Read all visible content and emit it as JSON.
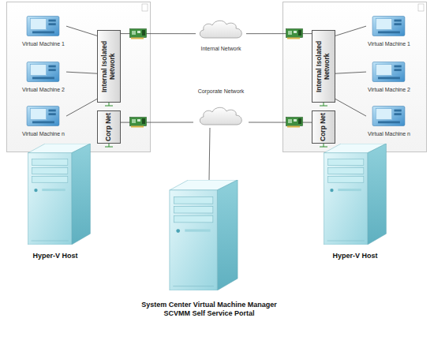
{
  "diagram": {
    "nodes": [
      {
        "text": [
          "Virtual Machine 1"
        ]
      },
      {
        "text": [
          "Virtual Machine 2"
        ]
      },
      {
        "text": [
          "Virtual Machine n"
        ]
      },
      {
        "text": [
          "Internal Isolated Network"
        ]
      },
      {
        "text": [
          "Corp Net"
        ]
      },
      {
        "text": [
          "Internal Network"
        ]
      },
      {
        "text": [
          "Corporate Network"
        ]
      },
      {
        "text": [
          "Internal Isolated Network"
        ]
      },
      {
        "text": [
          "Corp Net"
        ]
      },
      {
        "text": [
          "Virtual Machine 1"
        ]
      },
      {
        "text": [
          "Virtual Machine 2"
        ]
      },
      {
        "text": [
          "Virtual Machine n"
        ]
      },
      {
        "text": [
          "Hyper-V Host"
        ]
      },
      {
        "text": [
          "System Center Virtual Machine Manager",
          "SCVMM Self Service Portal"
        ]
      },
      {
        "text": [
          "Hyper-V Host"
        ]
      }
    ],
    "edges": [
      {
        "from": 0,
        "to": 3,
        "arrow": "none"
      },
      {
        "from": 1,
        "to": 3,
        "arrow": "none"
      },
      {
        "from": 2,
        "to": 3,
        "arrow": "none"
      },
      {
        "from": 3,
        "to": 5,
        "arrow": "none"
      },
      {
        "from": 4,
        "to": 6,
        "arrow": "none"
      },
      {
        "from": 7,
        "to": 5,
        "arrow": "none"
      },
      {
        "from": 8,
        "to": 6,
        "arrow": "none"
      },
      {
        "from": 9,
        "to": 7,
        "arrow": "none"
      },
      {
        "from": 10,
        "to": 7,
        "arrow": "none"
      },
      {
        "from": 11,
        "to": 7,
        "arrow": "none"
      },
      {
        "from": 13,
        "to": 6,
        "arrow": "none"
      }
    ]
  }
}
